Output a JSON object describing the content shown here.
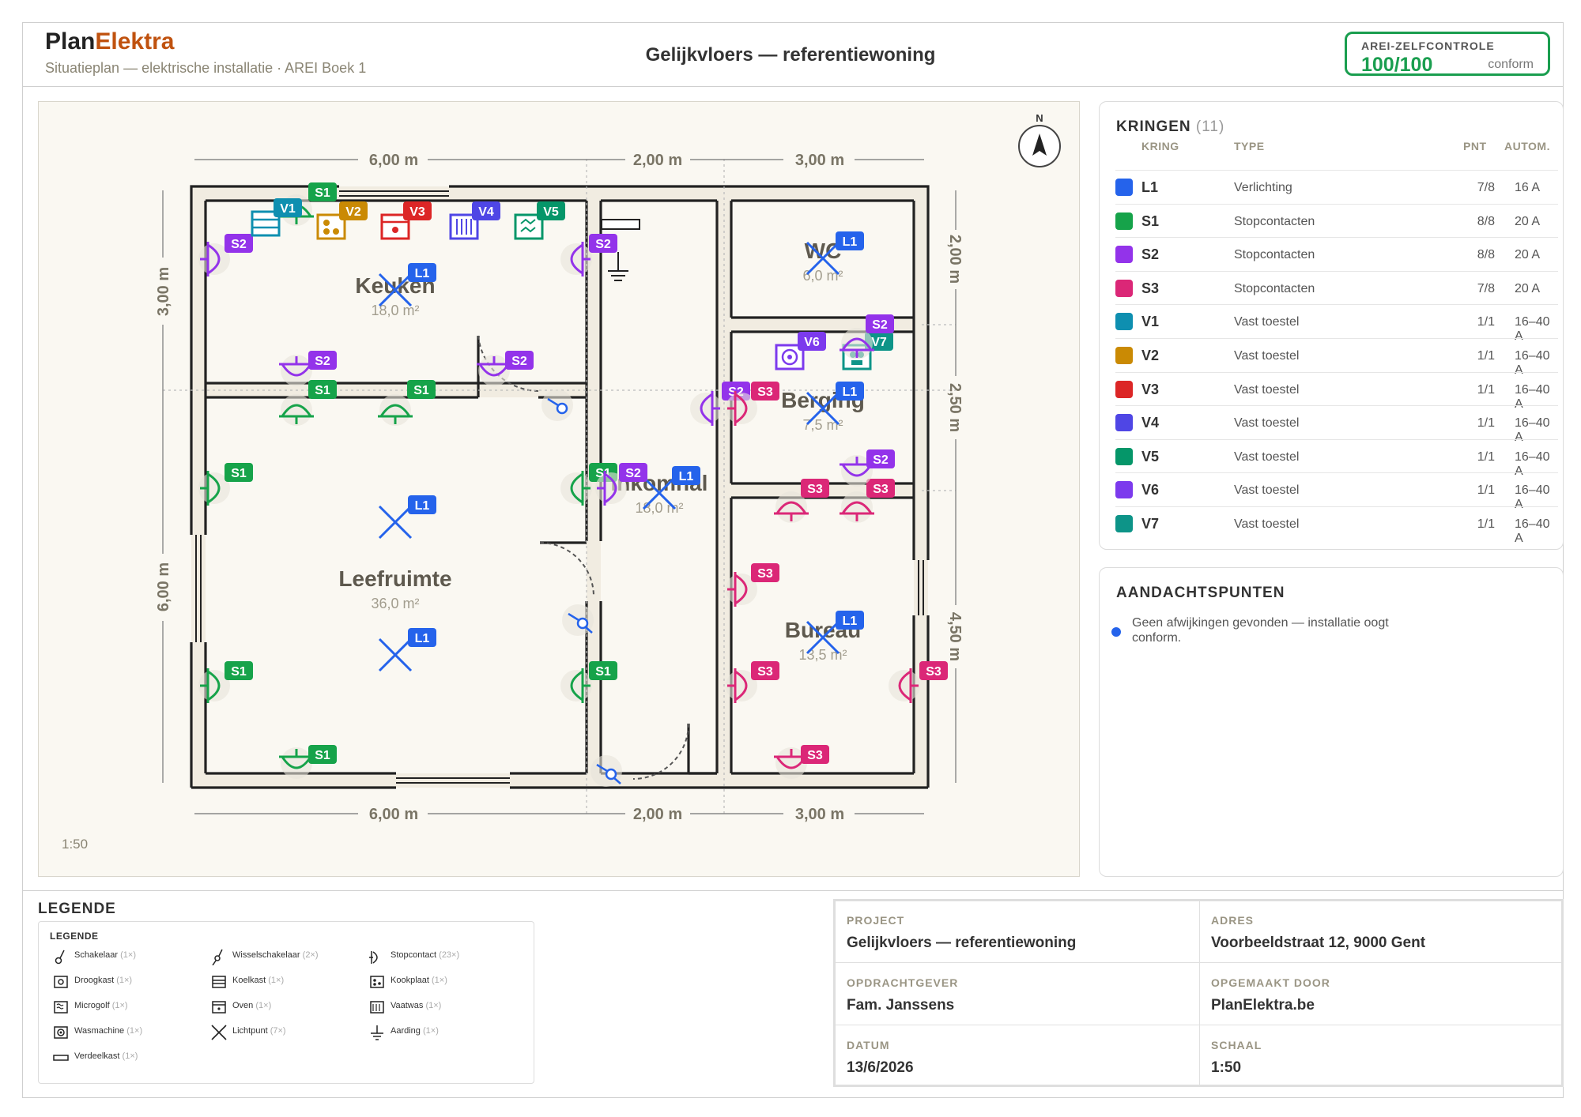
{
  "header": {
    "brand_plan": "Plan",
    "brand_elektra": "Elektra",
    "subtitle": "Situatieplan — elektrische installatie · AREI Boek 1",
    "title": "Gelijkvloers — referentiewoning",
    "check_label": "AREI-ZELFCONTROLE",
    "check_score": "100/100",
    "check_status": "conform"
  },
  "plan": {
    "scale": "1:50",
    "north": "N",
    "dims_top": [
      "6,00 m",
      "2,00 m",
      "3,00 m"
    ],
    "dims_bottom": [
      "6,00 m",
      "2,00 m",
      "3,00 m"
    ],
    "dims_left": [
      "3,00 m",
      "6,00 m"
    ],
    "dims_right": [
      "2,00 m",
      "2,50 m",
      "4,50 m"
    ],
    "rooms": [
      {
        "name": "Keuken",
        "area": "18,0 m²"
      },
      {
        "name": "Leefruimte",
        "area": "36,0 m²"
      },
      {
        "name": "WC",
        "area": "6,0 m²"
      },
      {
        "name": "Berging",
        "area": "7,5 m²"
      },
      {
        "name": "Inkomhal",
        "area": "18,0 m²"
      },
      {
        "name": "Bureau",
        "area": "13,5 m²"
      }
    ]
  },
  "colors": {
    "L1": "#2563eb",
    "S1": "#16a34a",
    "S2": "#9333ea",
    "S3": "#db2777",
    "V1": "#0e8fb0",
    "V2": "#ca8a04",
    "V3": "#dc2626",
    "V4": "#4f46e5",
    "V5": "#059669",
    "V6": "#7c3aed",
    "V7": "#0d9488"
  },
  "kringen": {
    "title": "KRINGEN",
    "count": "(11)",
    "col_kring": "KRING",
    "col_type": "TYPE",
    "col_pnt": "PNT",
    "col_autom": "AUTOM.",
    "rows": [
      {
        "name": "L1",
        "type": "Verlichting",
        "pnt": "7/8",
        "autom": "16 A",
        "color": "#2563eb"
      },
      {
        "name": "S1",
        "type": "Stopcontacten",
        "pnt": "8/8",
        "autom": "20 A",
        "color": "#16a34a"
      },
      {
        "name": "S2",
        "type": "Stopcontacten",
        "pnt": "8/8",
        "autom": "20 A",
        "color": "#9333ea"
      },
      {
        "name": "S3",
        "type": "Stopcontacten",
        "pnt": "7/8",
        "autom": "20 A",
        "color": "#db2777"
      },
      {
        "name": "V1",
        "type": "Vast toestel",
        "pnt": "1/1",
        "autom": "16–40 A",
        "color": "#0e8fb0"
      },
      {
        "name": "V2",
        "type": "Vast toestel",
        "pnt": "1/1",
        "autom": "16–40 A",
        "color": "#ca8a04"
      },
      {
        "name": "V3",
        "type": "Vast toestel",
        "pnt": "1/1",
        "autom": "16–40 A",
        "color": "#dc2626"
      },
      {
        "name": "V4",
        "type": "Vast toestel",
        "pnt": "1/1",
        "autom": "16–40 A",
        "color": "#4f46e5"
      },
      {
        "name": "V5",
        "type": "Vast toestel",
        "pnt": "1/1",
        "autom": "16–40 A",
        "color": "#059669"
      },
      {
        "name": "V6",
        "type": "Vast toestel",
        "pnt": "1/1",
        "autom": "16–40 A",
        "color": "#7c3aed"
      },
      {
        "name": "V7",
        "type": "Vast toestel",
        "pnt": "1/1",
        "autom": "16–40 A",
        "color": "#0d9488"
      }
    ]
  },
  "aandacht": {
    "title": "AANDACHTSPUNTEN",
    "text": "Geen afwijkingen gevonden — installatie oogt conform."
  },
  "legend": {
    "title": "LEGENDE",
    "inner_title": "LEGENDE",
    "items": [
      {
        "label": "Schakelaar",
        "count": "(1×)",
        "icon": "switch-icon"
      },
      {
        "label": "Wisselschakelaar",
        "count": "(2×)",
        "icon": "two-way-switch-icon"
      },
      {
        "label": "Stopcontact",
        "count": "(23×)",
        "icon": "socket-icon"
      },
      {
        "label": "Droogkast",
        "count": "(1×)",
        "icon": "dryer-icon"
      },
      {
        "label": "Koelkast",
        "count": "(1×)",
        "icon": "fridge-icon"
      },
      {
        "label": "Kookplaat",
        "count": "(1×)",
        "icon": "cooktop-icon"
      },
      {
        "label": "Microgolf",
        "count": "(1×)",
        "icon": "microwave-icon"
      },
      {
        "label": "Oven",
        "count": "(1×)",
        "icon": "oven-icon"
      },
      {
        "label": "Vaatwas",
        "count": "(1×)",
        "icon": "dishwasher-icon"
      },
      {
        "label": "Wasmachine",
        "count": "(1×)",
        "icon": "washing-machine-icon"
      },
      {
        "label": "Lichtpunt",
        "count": "(7×)",
        "icon": "light-point-icon"
      },
      {
        "label": "Aarding",
        "count": "(1×)",
        "icon": "earth-icon"
      },
      {
        "label": "Verdeelkast",
        "count": "(1×)",
        "icon": "distribution-board-icon"
      }
    ]
  },
  "titleblock": {
    "project_label": "PROJECT",
    "project": "Gelijkvloers — referentiewoning",
    "adres_label": "ADRES",
    "adres": "Voorbeeldstraat 12, 9000 Gent",
    "client_label": "OPDRACHTGEVER",
    "client": "Fam. Janssens",
    "author_label": "OPGEMAAKT DOOR",
    "author": "PlanElektra.be",
    "date_label": "DATUM",
    "date": "13/6/2026",
    "scale_label": "SCHAAL",
    "scale": "1:50"
  }
}
